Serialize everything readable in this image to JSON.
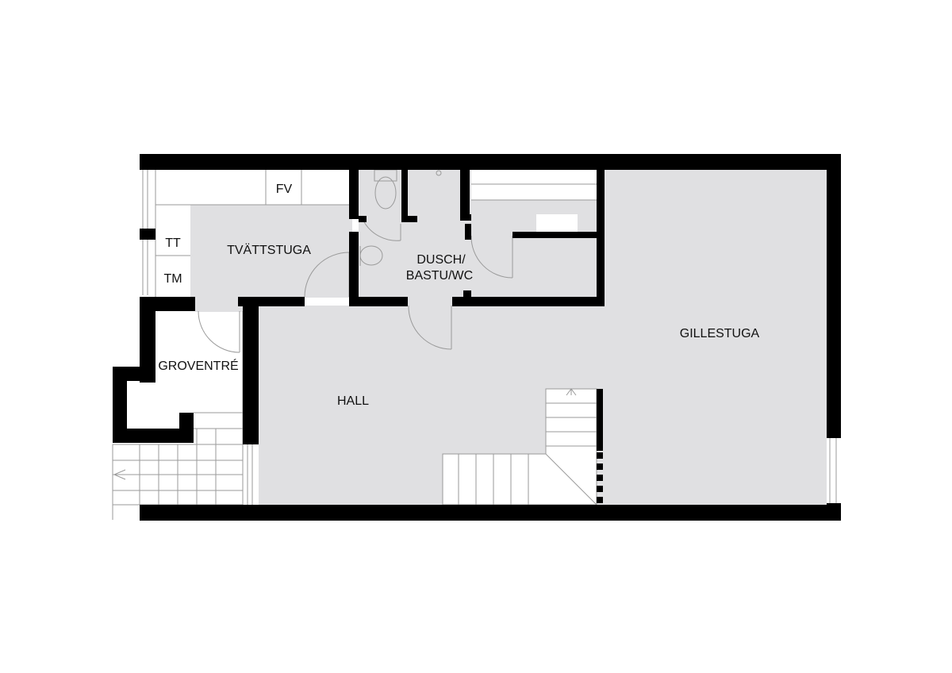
{
  "rooms": {
    "tvattstuga": "TVÄTTSTUGA",
    "dusch_line1": "DUSCH/",
    "dusch_line2": "BASTU/WC",
    "gillestuga": "GILLESTUGA",
    "hall": "HALL",
    "groventre": "GROVENTRÉ"
  },
  "appliances": {
    "fv": "FV",
    "tt": "TT",
    "tm": "TM"
  },
  "colors": {
    "wall": "#000000",
    "floor": "#e0e0e2",
    "line": "#9a9a9a"
  }
}
